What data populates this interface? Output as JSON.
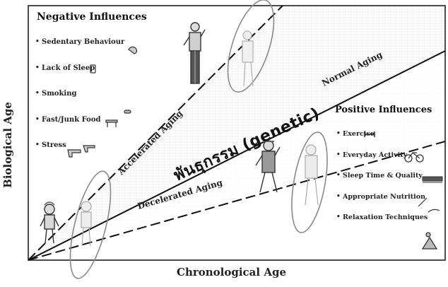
{
  "axes": {
    "y_title": "Biological Age",
    "x_title": "Chronological Age"
  },
  "center_label": "พันธุกรรม (genetic)",
  "lines": {
    "normal": "Normal Aging",
    "accelerated": "Accelerated Aging",
    "decelerated": "Decelerated Aging"
  },
  "negative": {
    "title": "Negative Influences",
    "items": [
      {
        "label": "Sedentary Behaviour",
        "icon": "sofa-icon"
      },
      {
        "label": "Lack of Sleep",
        "icon": "phone-icon"
      },
      {
        "label": "Smoking",
        "icon": ""
      },
      {
        "label": "Fast/Junk Food",
        "icon": "burger-icon"
      },
      {
        "label": "Stress",
        "icon": "gun-icon"
      }
    ]
  },
  "positive": {
    "title": "Positive Influences",
    "items": [
      {
        "label": "Exercise",
        "icon": "dumbbell-icon"
      },
      {
        "label": "Everyday Activity",
        "icon": "bicycle-icon"
      },
      {
        "label": "Sleep Time & Quality",
        "icon": "bed-icon"
      },
      {
        "label": "Appropriate Nutrition",
        "icon": "carrot-icon"
      },
      {
        "label": "Relaxation Techniques",
        "icon": "yoga-icon"
      }
    ]
  },
  "colors": {
    "frame": "#222222",
    "stipple": "#b8b8b8",
    "ellipse": "#8a8a8a"
  }
}
